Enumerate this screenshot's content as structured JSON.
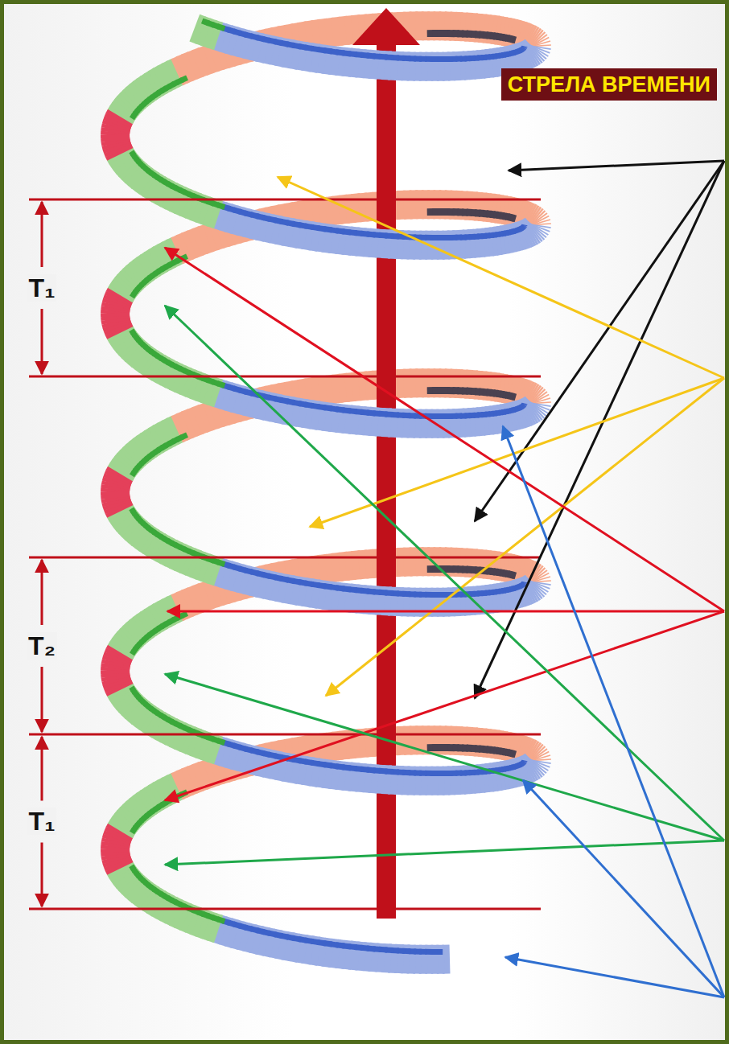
{
  "diagram": {
    "nodes": [
      {
        "text": [
          "СТРЕЛА ВРЕМЕНИ"
        ]
      }
    ],
    "labels": [
      "T₁",
      "T₂",
      "T₁"
    ]
  }
}
